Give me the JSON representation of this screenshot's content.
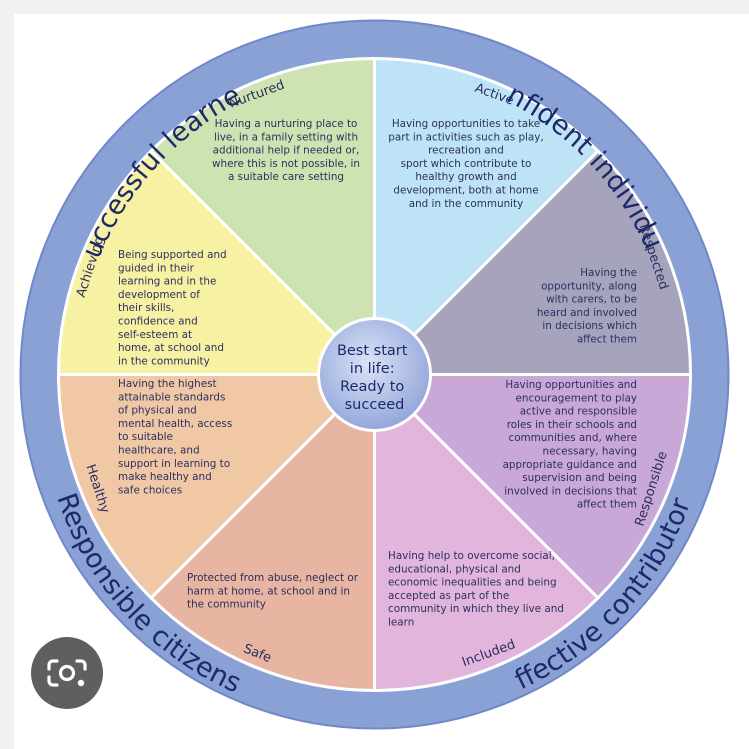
{
  "center": {
    "lines": [
      "Best start",
      "in life:",
      "Ready to",
      "succeed"
    ]
  },
  "ring": {
    "top_left": "Successful learners",
    "top_right": "Confident individuals",
    "bottom_right": "Effective contributors",
    "bottom_left": "Responsible citizens"
  },
  "wedges": [
    {
      "id": "nurtured",
      "title": "Nurtured",
      "color": "#cfe3b2",
      "lines": [
        "Having a nurturing place to",
        "live, in a family setting with",
        "additional help if needed or,",
        "where this is not possible, in",
        "a suitable care setting"
      ]
    },
    {
      "id": "active",
      "title": "Active",
      "color": "#bfe3f6",
      "lines": [
        "Having opportunities to take",
        "part in activities such as play,",
        "recreation and",
        "sport which contribute to",
        "healthy growth and",
        "development, both at home",
        "and in the community"
      ]
    },
    {
      "id": "respected",
      "title": "Respected",
      "color": "#a6a4bd",
      "lines": [
        "Having the",
        "opportunity, along",
        "with carers, to be",
        "heard and involved",
        "in decisions which",
        "affect them"
      ]
    },
    {
      "id": "responsible",
      "title": "Responsible",
      "color": "#c9a8d8",
      "lines": [
        "Having opportunities and",
        "encouragement to play",
        "active and responsible",
        "roles in their schools and",
        "communities and, where",
        "necessary, having",
        "appropriate guidance and",
        "supervision and being",
        "involved in decisions that",
        "affect them"
      ]
    },
    {
      "id": "included",
      "title": "Included",
      "color": "#e2b6dc",
      "lines": [
        "Having help to overcome social,",
        "educational, physical and",
        "economic inequalities and being",
        "accepted as part of the",
        "community in which they live and",
        "learn"
      ]
    },
    {
      "id": "safe",
      "title": "Safe",
      "color": "#e8b5a3",
      "lines": [
        "Protected from abuse, neglect or",
        "harm at home, at school and in",
        "the community"
      ]
    },
    {
      "id": "healthy",
      "title": "Healthy",
      "color": "#f1c8a6",
      "lines": [
        "Having the highest",
        "attainable standards",
        "of physical and",
        "mental health, access",
        "to suitable",
        "healthcare, and",
        "support in learning to",
        "make healthy and",
        "safe choices"
      ]
    },
    {
      "id": "achieving",
      "title": "Achieving",
      "color": "#f7f1a4",
      "lines": [
        "Being supported and",
        "guided in their",
        "learning and in the",
        "development of",
        "their skills,",
        "confidence and",
        "self-esteem at",
        "home, at school and",
        "in the community"
      ]
    }
  ],
  "colors": {
    "ring": "#8aa1d6",
    "ring_edge": "#7088c8",
    "divider": "#ffffff",
    "center": "#a9b8e2",
    "text": "#2b2f5e"
  },
  "lens_icon": "google-lens-icon"
}
